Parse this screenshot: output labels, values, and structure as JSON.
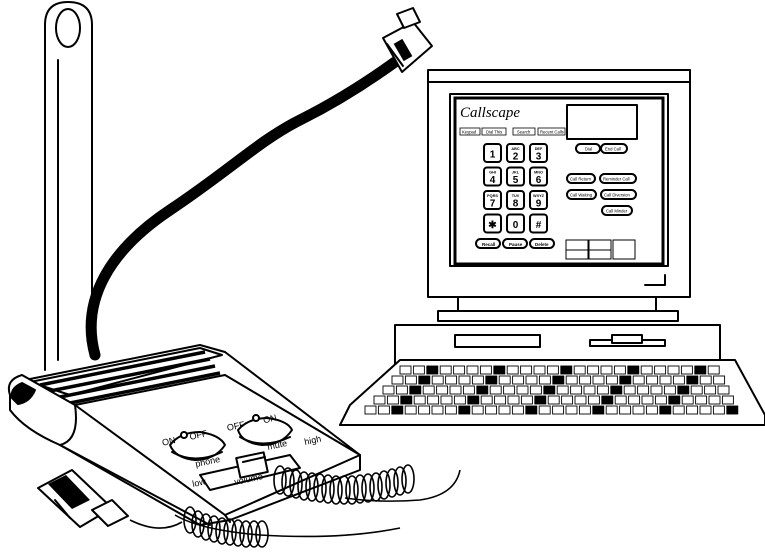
{
  "app": {
    "title": "Callscape",
    "tabs": [
      "Keypad",
      "Dial This",
      "Search",
      "Recent Calls"
    ],
    "keypad": [
      {
        "digit": "1",
        "letters": ""
      },
      {
        "digit": "2",
        "letters": "ABC"
      },
      {
        "digit": "3",
        "letters": "DEF"
      },
      {
        "digit": "4",
        "letters": "GHI"
      },
      {
        "digit": "5",
        "letters": "JKL"
      },
      {
        "digit": "6",
        "letters": "MNO"
      },
      {
        "digit": "7",
        "letters": "PQRS"
      },
      {
        "digit": "8",
        "letters": "TUV"
      },
      {
        "digit": "9",
        "letters": "WXYZ"
      },
      {
        "digit": "✱",
        "letters": ""
      },
      {
        "digit": "0",
        "letters": ""
      },
      {
        "digit": "#",
        "letters": ""
      }
    ],
    "bottom_buttons": [
      "Recall",
      "Pause",
      "Delete"
    ],
    "call_buttons": {
      "dial": "Dial",
      "end_call": "End Call",
      "call_return": "Call Return",
      "reminder_call": "Reminder Call",
      "call_waiting": "Call Waiting",
      "call_diversion": "Call Diversion",
      "call_minder": "Call Minder"
    }
  },
  "device": {
    "phone_on": "ON",
    "phone_off": "OFF",
    "mute_off": "OFF",
    "mute_on": "ON",
    "phone_label": "phone",
    "mute_label": "mute",
    "volume_low": "low",
    "volume_label": "volume",
    "volume_high": "high"
  }
}
